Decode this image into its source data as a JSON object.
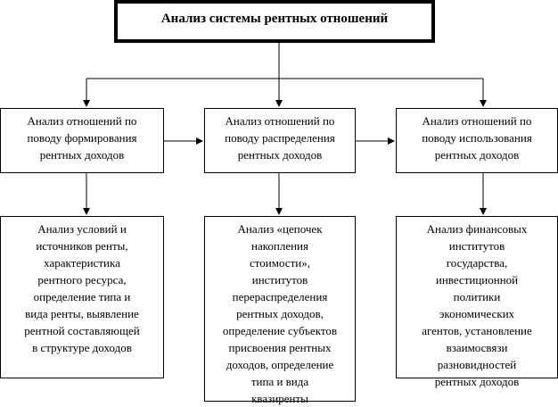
{
  "title": "Анализ системы рентных отношений",
  "top_boxes": [
    {
      "lines": [
        "Анализ отношений по",
        "поводу формирования",
        "рентных доходов"
      ]
    },
    {
      "lines": [
        "Анализ отношений по",
        "поводу распределения",
        "рентных доходов"
      ]
    },
    {
      "lines": [
        "Анализ отношений по",
        "поводу использования",
        "рентных доходов"
      ]
    }
  ],
  "bottom_boxes": [
    {
      "lines": [
        "Анализ условий и",
        "источников ренты,",
        "характеристика",
        "рентного ресурса,",
        "определение типа и",
        "вида ренты, выявление",
        "рентной составляющей",
        "в структуре доходов"
      ]
    },
    {
      "lines": [
        "Анализ «цепочек",
        "накопления",
        "стоимости»,",
        "институтов",
        "перераспределения",
        "рентных доходов,",
        "определение субъектов",
        "присвоения рентных",
        "доходов, определение",
        "типа и вида",
        "квазиренты"
      ]
    },
    {
      "lines": [
        "Анализ финансовых",
        "институтов",
        "государства,",
        "инвестиционной",
        "политики",
        "экономических",
        "агентов, установление",
        "взаимосвязи",
        "разновидностей",
        "рентных доходов"
      ]
    }
  ]
}
